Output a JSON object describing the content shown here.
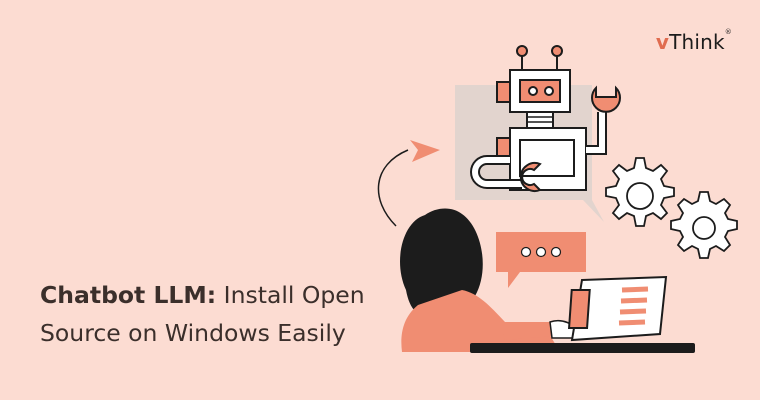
{
  "brand": {
    "logo_prefix": "v",
    "logo_suffix": "Think",
    "registered_mark": "®"
  },
  "headline": {
    "bold_part": "Chatbot LLM:",
    "line1_rest": " Install Open",
    "line2": "Source on Windows Easily"
  },
  "colors": {
    "background": "#fcdcd2",
    "accent": "#f08d72",
    "ink": "#1c1c1c",
    "panel": "#e2d4ce"
  },
  "illustration": {
    "subject": "woman-at-laptop-with-chatbot-robot",
    "icons": [
      "robot-icon",
      "gear-icon",
      "gear-icon",
      "chat-bubble-icon",
      "arrow-icon",
      "laptop-icon"
    ]
  }
}
